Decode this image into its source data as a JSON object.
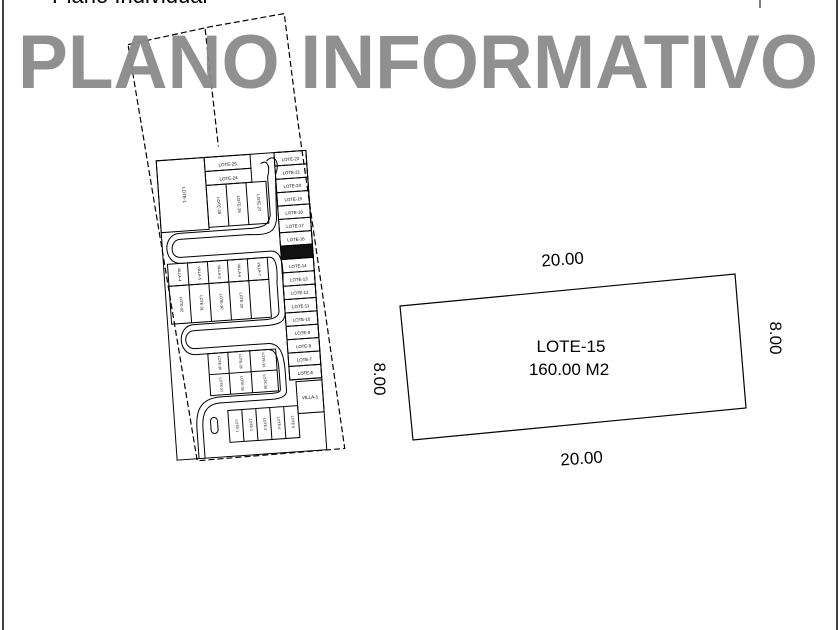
{
  "header": {
    "subtitle": "Plano Individual",
    "watermark": "PLANO INFORMATIVO"
  },
  "detail": {
    "lot_name": "LOTE-15",
    "lot_area": "160.00 M2",
    "dim_top": "20.00",
    "dim_bottom": "20.00",
    "dim_left": "8.00",
    "dim_right": "8.00"
  },
  "site_plan": {
    "highlighted_lot": "LOTE-15",
    "east_column": [
      "LOTE-23",
      "LOTE-21",
      "LOTE-20",
      "LOTE-19",
      "LOTE-18",
      "LOTE-17",
      "LOTE-16",
      "LOTE-15",
      "LOTE-14",
      "LOTE-13",
      "LOTE-12",
      "LOTE-11",
      "LOTE-10",
      "LOTE-9",
      "LOTE-8",
      "LOTE-7",
      "LOTE-6"
    ],
    "top_lots": [
      "LOTE-25",
      "LOTE-24"
    ],
    "lote_1": "LOTE-1",
    "villa_1": "VILLA-1",
    "villa_3": "VILLA-3",
    "villa_4": "VILLA-4",
    "villa_5": "VILLA-5",
    "villa_6": "VILLA-6",
    "villa_7": "VILLA-7",
    "north_block_a": [
      "LOTE-28",
      "LOTE-26",
      "LOTE-27"
    ],
    "middle_block_a": [
      "LOTE-32",
      "LOTE-31",
      "LOTE-30",
      "LOTE-29"
    ],
    "south_block": [
      "LOTE-36",
      "LOTE-35",
      "LOTE-34",
      "LOTE-37",
      "LOTE-38",
      "LOTE-39"
    ],
    "bottom_row": [
      "LOTE-1",
      "LOTE-2",
      "LOTE-3",
      "LOTE-4",
      "LOTE-5"
    ]
  },
  "colors": {
    "line": "#000000",
    "watermark": "#8a8a8a",
    "highlight": "#111111"
  }
}
